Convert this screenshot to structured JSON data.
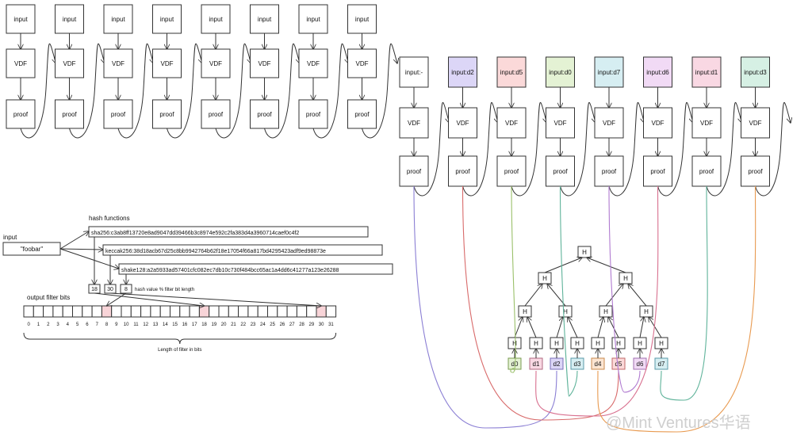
{
  "vdf_chain": {
    "top": [
      {
        "input": "input",
        "vdf": "VDF",
        "proof": "proof"
      },
      {
        "input": "input",
        "vdf": "VDF",
        "proof": "proof"
      },
      {
        "input": "input",
        "vdf": "VDF",
        "proof": "proof"
      },
      {
        "input": "input",
        "vdf": "VDF",
        "proof": "proof"
      },
      {
        "input": "input",
        "vdf": "VDF",
        "proof": "proof"
      },
      {
        "input": "input",
        "vdf": "VDF",
        "proof": "proof"
      },
      {
        "input": "input",
        "vdf": "VDF",
        "proof": "proof"
      },
      {
        "input": "input",
        "vdf": "VDF",
        "proof": "proof"
      }
    ],
    "bottom": [
      {
        "input": "input:-",
        "vdf": "VDF",
        "proof": "proof",
        "color": "#ffffff"
      },
      {
        "input": "input:d2",
        "vdf": "VDF",
        "proof": "proof",
        "color": "#dcd6f7"
      },
      {
        "input": "input:d5",
        "vdf": "VDF",
        "proof": "proof",
        "color": "#fbd9d9"
      },
      {
        "input": "input:d0",
        "vdf": "VDF",
        "proof": "proof",
        "color": "#e4f2d4"
      },
      {
        "input": "input:d7",
        "vdf": "VDF",
        "proof": "proof",
        "color": "#d6eef2"
      },
      {
        "input": "input:d6",
        "vdf": "VDF",
        "proof": "proof",
        "color": "#f1daf5"
      },
      {
        "input": "input:d1",
        "vdf": "VDF",
        "proof": "proof",
        "color": "#f9d8e3"
      },
      {
        "input": "input:d3",
        "vdf": "VDF",
        "proof": "proof",
        "color": "#d6f0e4"
      }
    ]
  },
  "bloom": {
    "input_label": "input",
    "input_value": "\"foobar\"",
    "hash_title": "hash functions",
    "hashes": [
      "sha256:c3ab8ff13720e8ad9047dd39466b3c8974e592c2fa383d4a3960714caef0c4f2",
      "keccak256:38d18acb67d25c8bb9942764b62f18e17054f66a817bd4295423adf9ed98873e",
      "shake128:a2a5933ad57401cfc082ec7db10c730f484bcc65ac1a4dd6c41277a123e26288"
    ],
    "values": [
      "18",
      "30",
      "8"
    ],
    "mod_note": "hash value % filter bit length",
    "output_title": "output filter bits",
    "bit_count": 32,
    "set_bits": [
      8,
      18,
      30
    ],
    "bit_labels": [
      "0",
      "1",
      "2",
      "3",
      "4",
      "5",
      "6",
      "7",
      "8",
      "9",
      "10",
      "11",
      "12",
      "13",
      "14",
      "15",
      "16",
      "17",
      "18",
      "19",
      "20",
      "21",
      "22",
      "23",
      "24",
      "25",
      "26",
      "27",
      "28",
      "29",
      "30",
      "31"
    ],
    "length_label": "Length of filter in bits"
  },
  "merkle": {
    "node_label": "H",
    "leaves": [
      {
        "label": "d0",
        "color": "#e4f2d4",
        "stroke": "#7a9b50"
      },
      {
        "label": "d1",
        "color": "#f9d8e3",
        "stroke": "#b06a82"
      },
      {
        "label": "d2",
        "color": "#dcd6f7",
        "stroke": "#7a6fb8"
      },
      {
        "label": "d3",
        "color": "#d6eef2",
        "stroke": "#5a9aa8"
      },
      {
        "label": "d4",
        "color": "#fbe5d2",
        "stroke": "#c98a4e"
      },
      {
        "label": "d5",
        "color": "#fbd9d9",
        "stroke": "#c26a6a"
      },
      {
        "label": "d6",
        "color": "#f1daf5",
        "stroke": "#a070b0"
      },
      {
        "label": "d7",
        "color": "#d6eef2",
        "stroke": "#5a9aa8"
      }
    ]
  },
  "watermark": "@Mint Ventures华语",
  "colors": {
    "d2": "#8b7fd4",
    "d5": "#d86a6a",
    "d0": "#9ac06a",
    "d7": "#66b0c0",
    "d6": "#b07ad0",
    "d1": "#d8708f",
    "d3": "#5fb39a",
    "d4": "#e89a50"
  }
}
